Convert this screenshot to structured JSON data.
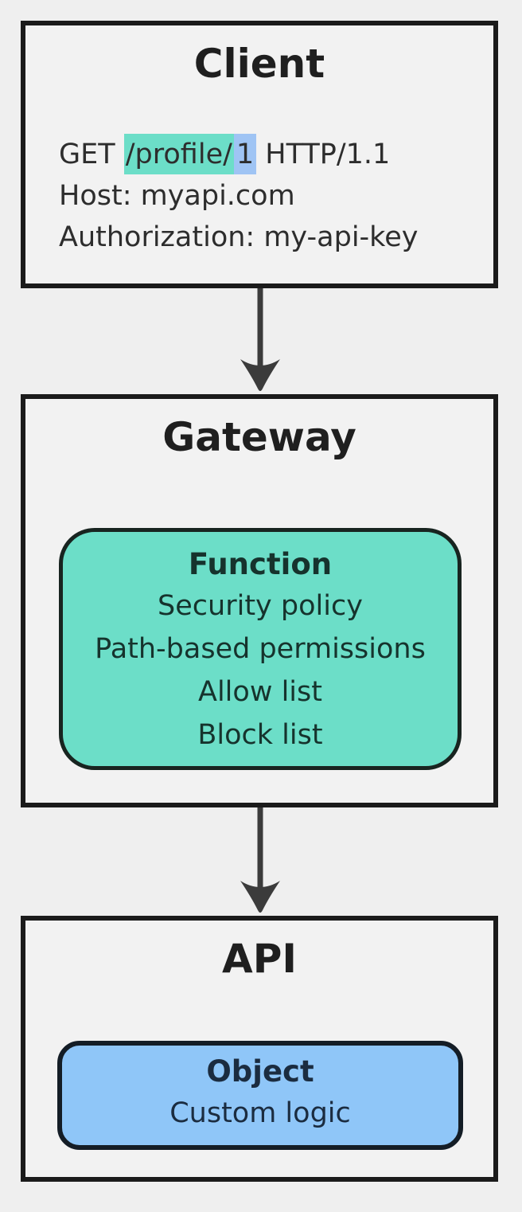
{
  "diagram": {
    "colors": {
      "page_background": "#efefef",
      "node_fill": "#f2f2f2",
      "node_border": "#1b1b1b",
      "teal_accent": "#6cdec8",
      "blue_accent": "#8fc6f8",
      "path_highlight_teal": "#6cdec8",
      "id_highlight_blue": "#9fc4f4",
      "arrow": "#3b3b3b"
    },
    "client": {
      "title": "Client",
      "request": {
        "method": "GET ",
        "path_highlighted": "/profile/",
        "id_highlighted": "1",
        "protocol": " HTTP/1.1"
      },
      "host_line": "Host: myapi.com",
      "authorization_line": "Authorization: my-api-key"
    },
    "gateway": {
      "title": "Gateway",
      "function_box": {
        "heading": "Function",
        "items": [
          "Security policy",
          "Path-based permissions",
          "Allow list",
          "Block list"
        ]
      }
    },
    "api": {
      "title": "API",
      "object_box": {
        "heading": "Object",
        "items": [
          "Custom logic"
        ]
      }
    }
  }
}
